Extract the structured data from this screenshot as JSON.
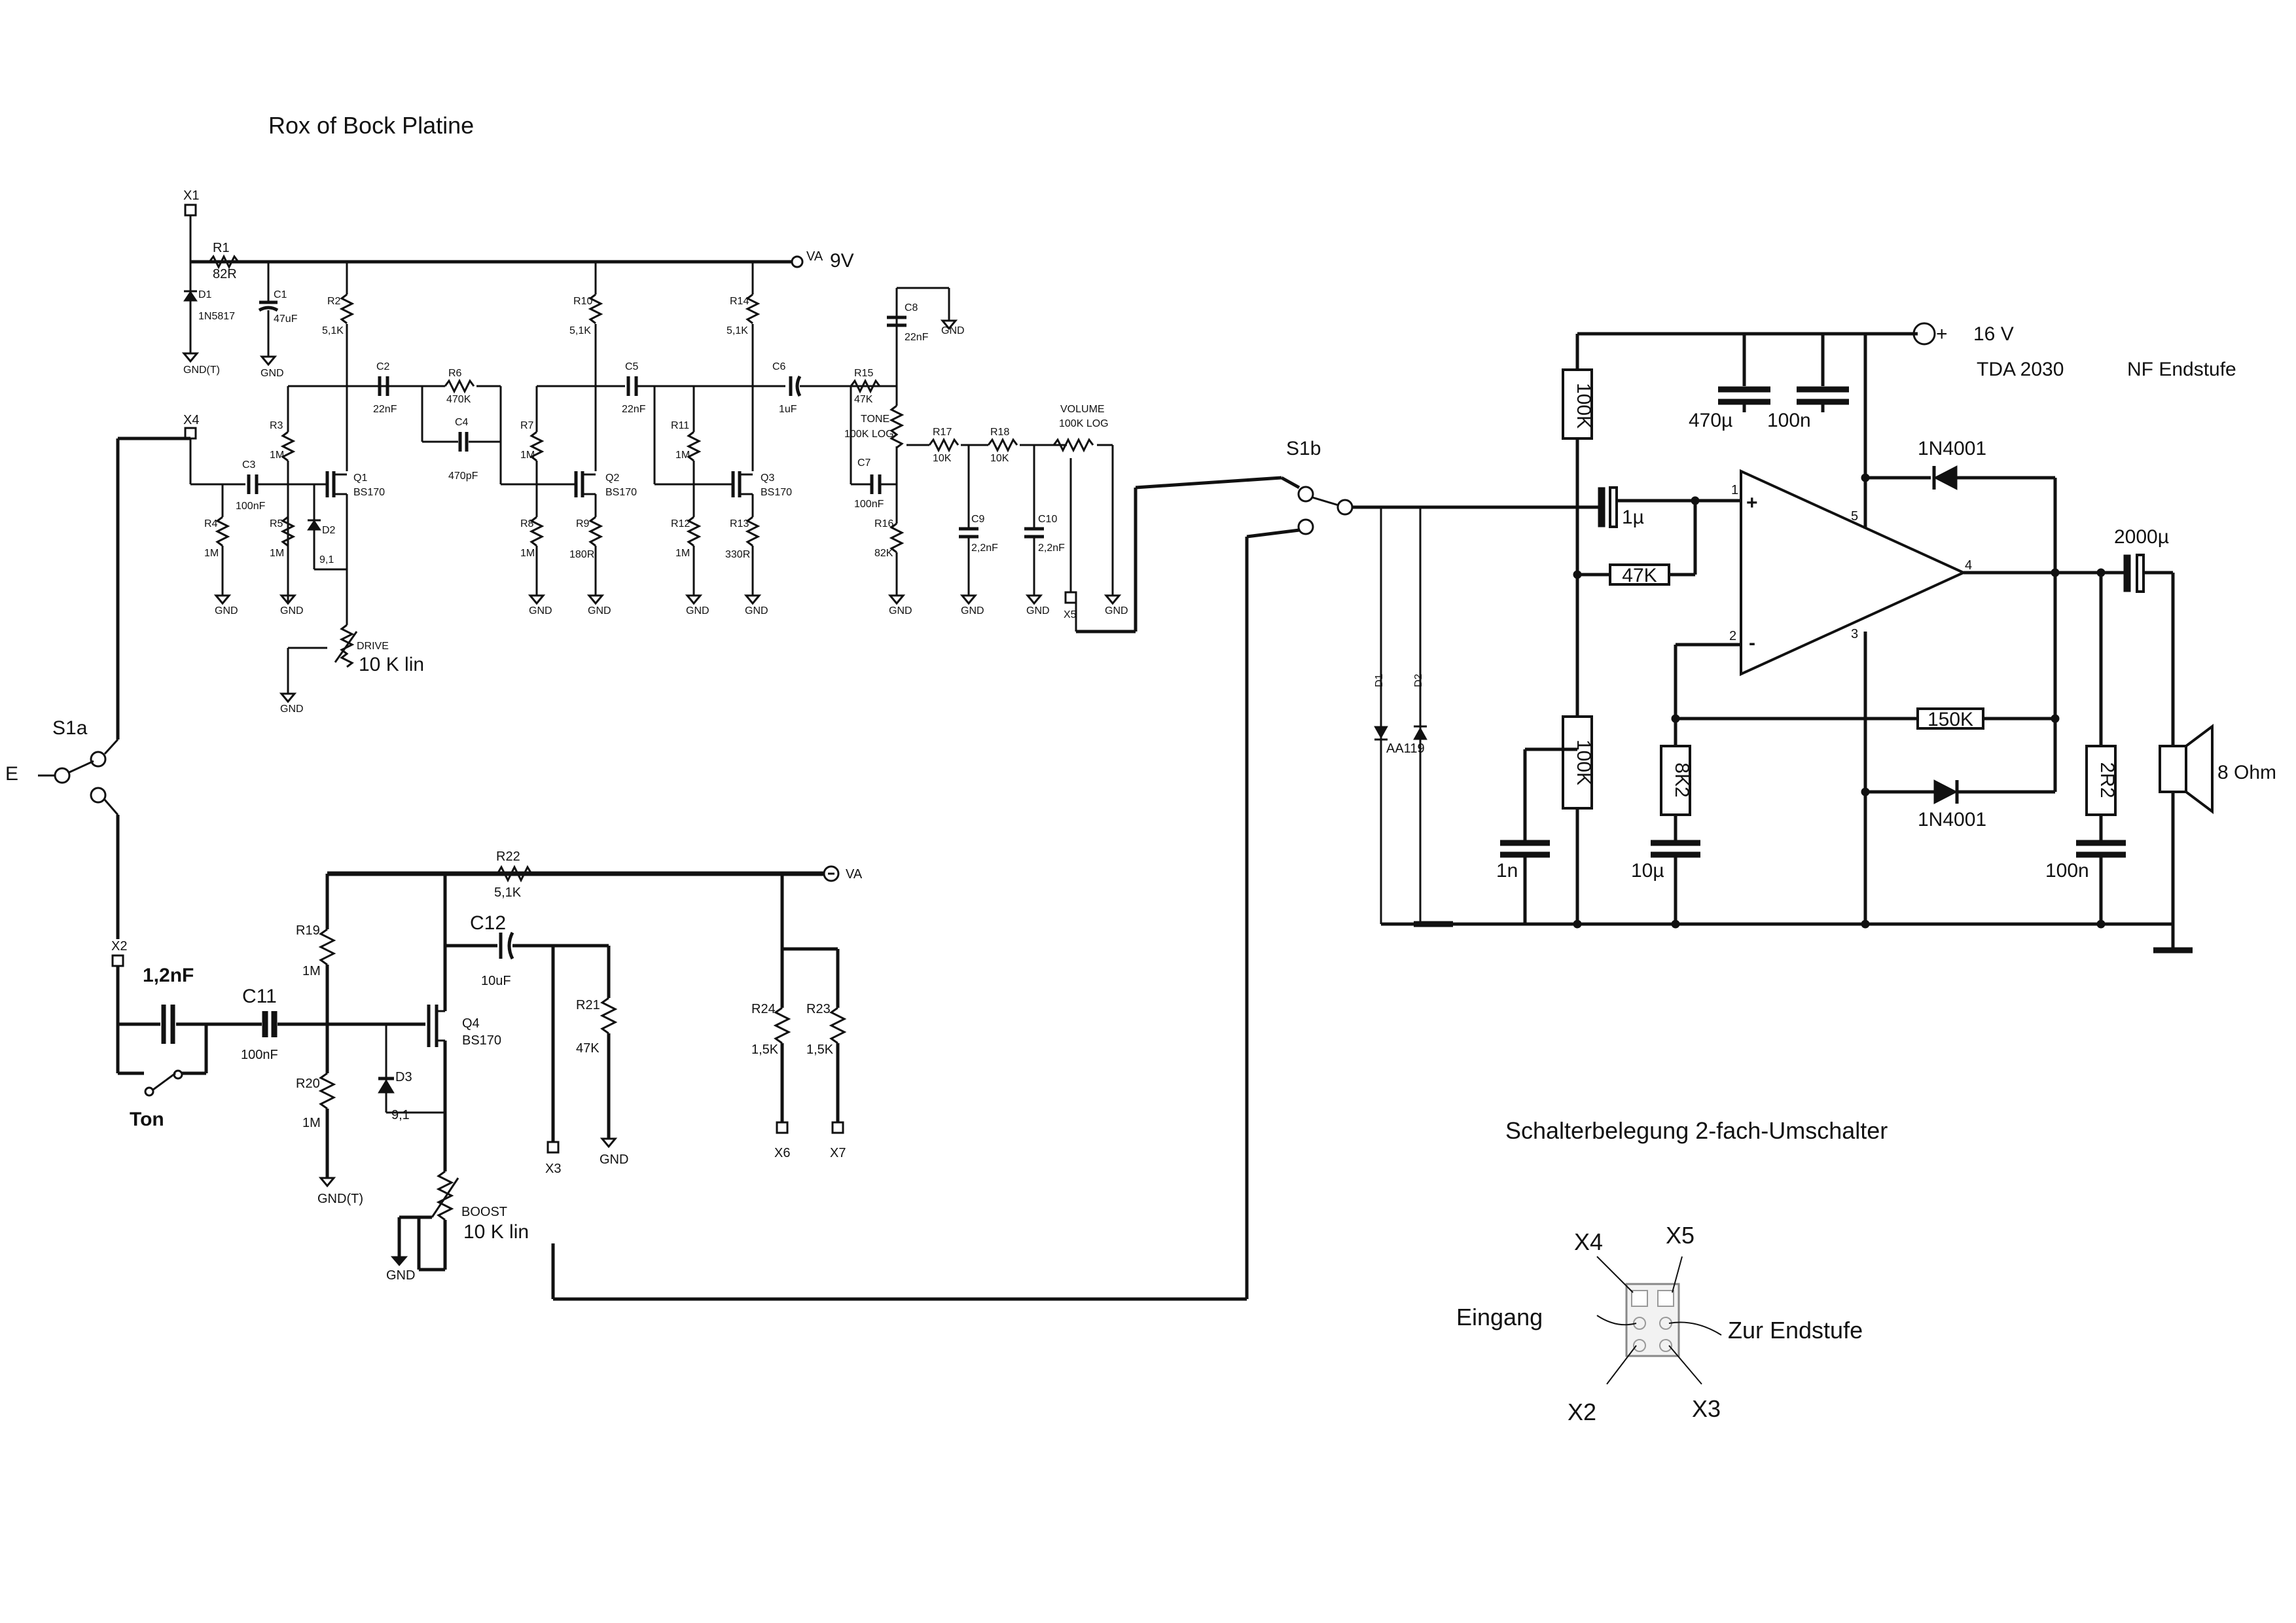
{
  "titles": {
    "board": "Rox of Bock Platine",
    "amp_ic": "TDA 2030",
    "amp_title": "NF Endstufe",
    "switch_title": "Schalterbelegung 2-fach-Umschalter"
  },
  "supply": {
    "v9": "9V",
    "va": "VA",
    "v16": "16 V",
    "plus": "+",
    "gnd": "GND",
    "gnd_t": "GND(T)"
  },
  "switches": {
    "s1a": "S1a",
    "s1b": "S1b",
    "input": "E",
    "ton": "Ton"
  },
  "connectors": [
    "X1",
    "X2",
    "X3",
    "X4",
    "X5",
    "X6",
    "X7"
  ],
  "preamp": {
    "resistors": {
      "R1": "R1",
      "R1v": "82R",
      "R2": "R2",
      "R2v": "5,1K",
      "R3": "R3",
      "R3v": "1M",
      "R4": "R4",
      "R4v": "1M",
      "R5": "R5",
      "R5v": "1M",
      "R6": "R6",
      "R6v": "470K",
      "R7": "R7",
      "R7v": "1M",
      "R8": "R8",
      "R8v": "1M",
      "R9": "R9",
      "R9v": "180R",
      "R10": "R10",
      "R10v": "5,1K",
      "R11": "R11",
      "R11v": "1M",
      "R12": "R12",
      "R12v": "1M",
      "R13": "R13",
      "R13v": "330R",
      "R14": "R14",
      "R14v": "5,1K",
      "R15": "R15",
      "R15v": "47K",
      "R16": "R16",
      "R16v": "82K",
      "R17": "R17",
      "R17v": "10K",
      "R18": "R18",
      "R18v": "10K"
    },
    "caps": {
      "C1": "C1",
      "C1v": "47uF",
      "C2": "C2",
      "C2v": "22nF",
      "C3": "C3",
      "C3v": "100nF",
      "C4": "C4",
      "C4v": "470pF",
      "C5": "C5",
      "C5v": "22nF",
      "C6": "C6",
      "C6v": "1uF",
      "C7": "C7",
      "C7v": "100nF",
      "C8": "C8",
      "C8v": "22nF",
      "C9": "C9",
      "C9v": "2,2nF",
      "C10": "C10",
      "C10v": "2,2nF"
    },
    "semis": {
      "D1": "D1",
      "D1v": "1N5817",
      "D2": "D2",
      "D2v": "9,1",
      "Q1": "Q1",
      "Q2": "Q2",
      "Q3": "Q3",
      "bs": "BS170"
    },
    "pots": {
      "drive": "DRIVE",
      "drive_v": "10 K lin",
      "tone": "TONE",
      "tone_v": "100K LOG",
      "volume": "VOLUME",
      "volume_v": "100K LOG"
    }
  },
  "boost": {
    "R19": "R19",
    "R19v": "1M",
    "R20": "R20",
    "R20v": "1M",
    "R21": "R21",
    "R21v": "47K",
    "R22": "R22",
    "R22v": "5,1K",
    "R23": "R23",
    "R23v": "1,5K",
    "R24": "R24",
    "R24v": "1,5K",
    "C11": "C11",
    "C11v": "100nF",
    "C12": "C12",
    "C12v": "10uF",
    "D3": "D3",
    "D3v": "9,1",
    "Q4": "Q4",
    "Q4v": "BS170",
    "ton_cap": "1,2nF",
    "pot": "BOOST",
    "pot_v": "10 K lin"
  },
  "amp": {
    "r100k_top": "100K",
    "r100k_bot": "100K",
    "r47k": "47K",
    "r150k": "150K",
    "r8k2": "8K2",
    "r2r2": "2R2",
    "c470u": "470µ",
    "c100n_top": "100n",
    "c1u": "1µ",
    "c1n": "1n",
    "c10u": "10µ",
    "c100n_out": "100n",
    "c2000u": "2000µ",
    "diode_top": "1N4001",
    "diode_bot": "1N4001",
    "d1": "D1",
    "d2": "D2",
    "aa119": "AA119",
    "speaker": "8 Ohm",
    "pins": [
      "1",
      "2",
      "3",
      "4",
      "5"
    ],
    "plus_in": "+",
    "minus_in": "-"
  },
  "switch_diagram": {
    "x4": "X4",
    "x5": "X5",
    "x2": "X2",
    "x3": "X3",
    "eingang": "Eingang",
    "endstufe": "Zur Endstufe"
  }
}
